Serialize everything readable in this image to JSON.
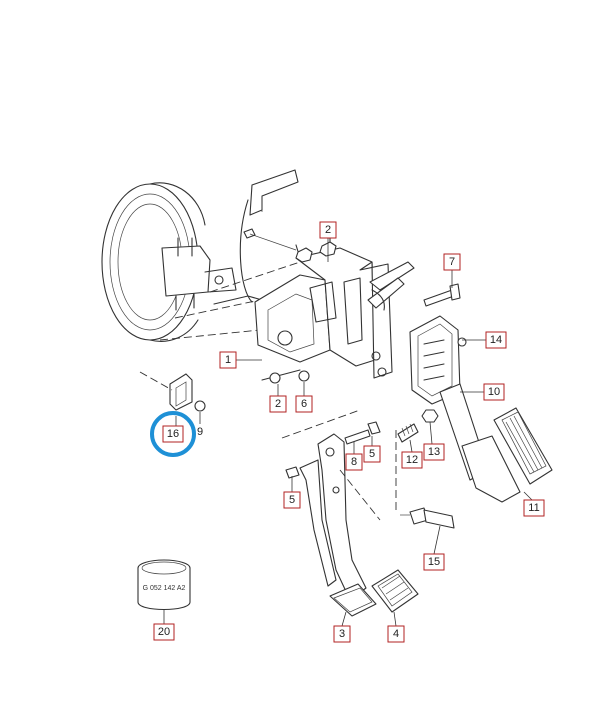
{
  "diagram": {
    "callouts": [
      {
        "id": "c2a",
        "label": "2"
      },
      {
        "id": "c7",
        "label": "7"
      },
      {
        "id": "c14",
        "label": "14"
      },
      {
        "id": "c1",
        "label": "1"
      },
      {
        "id": "c2b",
        "label": "2"
      },
      {
        "id": "c6",
        "label": "6"
      },
      {
        "id": "c10",
        "label": "10"
      },
      {
        "id": "c16",
        "label": "16"
      },
      {
        "id": "c9",
        "label": "9"
      },
      {
        "id": "c8",
        "label": "8"
      },
      {
        "id": "c5a",
        "label": "5"
      },
      {
        "id": "c12",
        "label": "12"
      },
      {
        "id": "c13",
        "label": "13"
      },
      {
        "id": "c5b",
        "label": "5"
      },
      {
        "id": "c11",
        "label": "11"
      },
      {
        "id": "c15",
        "label": "15"
      },
      {
        "id": "c20",
        "label": "20"
      },
      {
        "id": "c3",
        "label": "3"
      },
      {
        "id": "c4",
        "label": "4"
      }
    ],
    "sleeve_marking": "G 052 142 A2",
    "highlight": {
      "target": "16",
      "color": "#1e90d6"
    },
    "callout_border_color": "#b22222"
  }
}
